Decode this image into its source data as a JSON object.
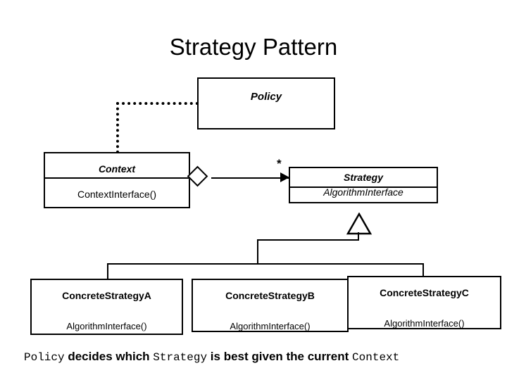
{
  "diagram": {
    "title": "Strategy Pattern",
    "type": "uml-class-diagram",
    "classes": {
      "policy": {
        "name": "Policy",
        "operations": "",
        "stereotype": "abstract"
      },
      "context": {
        "name": "Context",
        "operations": "ContextInterface()"
      },
      "strategy": {
        "name": "Strategy",
        "operations": "AlgorithmInterface"
      },
      "concrete_a": {
        "name": "ConcreteStrategyA",
        "operations": "AlgorithmInterface()"
      },
      "concrete_b": {
        "name": "ConcreteStrategyB",
        "operations": "AlgorithmInterface()"
      },
      "concrete_c": {
        "name": "ConcreteStrategyC",
        "operations": "AlgorithmInterface()"
      }
    },
    "relationships": {
      "aggregation_multiplicity": "*",
      "dependency_style": "dotted",
      "generalization_style": "hollow-triangle"
    },
    "caption": {
      "part1": "Policy",
      "part2": " decides which ",
      "part3": "Strategy",
      "part4": " is best given the current ",
      "part5": "Context"
    },
    "colors": {
      "stroke": "#000000",
      "fill": "#ffffff",
      "background": "#ffffff"
    }
  }
}
